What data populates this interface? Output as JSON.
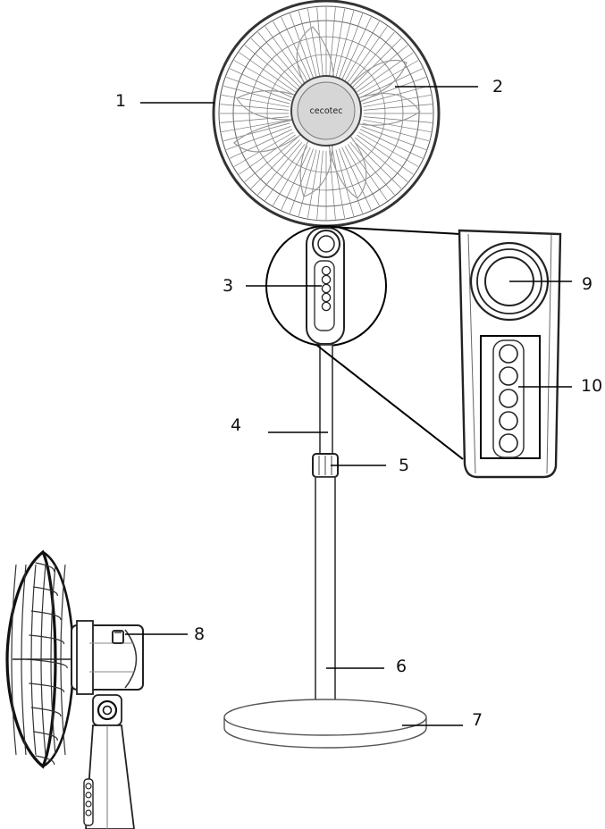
{
  "brand_logo_text": "cecotec",
  "callouts": [
    {
      "id": "1",
      "text": "1"
    },
    {
      "id": "2",
      "text": "2"
    },
    {
      "id": "3",
      "text": "3"
    },
    {
      "id": "4",
      "text": "4"
    },
    {
      "id": "5",
      "text": "5"
    },
    {
      "id": "6",
      "text": "6"
    },
    {
      "id": "7",
      "text": "7"
    },
    {
      "id": "8",
      "text": "8"
    },
    {
      "id": "9",
      "text": "9"
    },
    {
      "id": "10",
      "text": "10"
    }
  ],
  "control_panel": {
    "dial_count": 1,
    "button_count": 5
  }
}
